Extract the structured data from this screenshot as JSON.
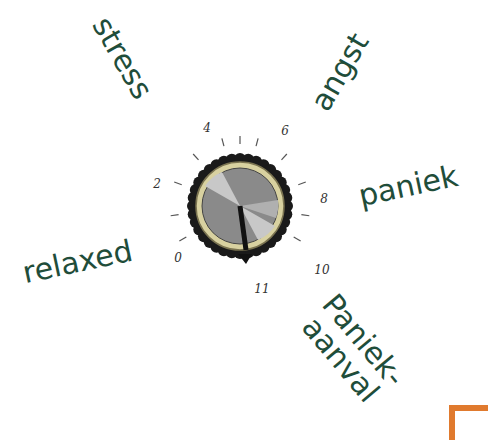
{
  "diagram": {
    "labels": [
      "stress",
      "angst",
      "paniek",
      "relaxed",
      "Paniek- aanval",
      "0",
      "2",
      "4",
      "6",
      "8",
      "10",
      "11"
    ]
  }
}
